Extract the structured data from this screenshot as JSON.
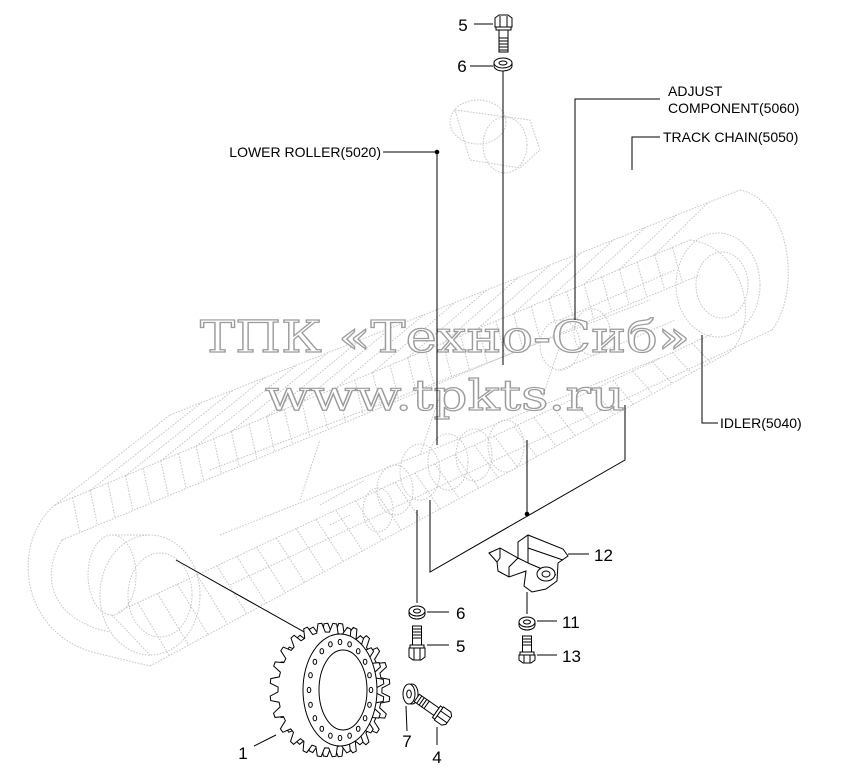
{
  "diagram": {
    "watermark": {
      "line1": "ТПК «Техно-Сиб»",
      "line2": "www.tpkts.ru"
    },
    "assembly_callouts": {
      "lower_roller": "LOWER ROLLER(5020)",
      "adjust_component_line1": "ADJUST",
      "adjust_component_line2": "COMPONENT(5060)",
      "track_chain": "TRACK CHAIN(5050)",
      "idler": "IDLER(5040)"
    },
    "part_labels": {
      "bolt_top": "5",
      "washer_top": "6",
      "bracket": "12",
      "washer_left": "6",
      "bolt_left": "5",
      "washer_right": "11",
      "bolt_right": "13",
      "sprocket": "1",
      "washer_sprocket": "7",
      "bolt_sprocket": "4"
    }
  },
  "colors": {
    "background": "#ffffff",
    "line": "#000000",
    "faint_drawing": "#c6c6c6",
    "watermark_stroke": "#9b9b9b"
  }
}
